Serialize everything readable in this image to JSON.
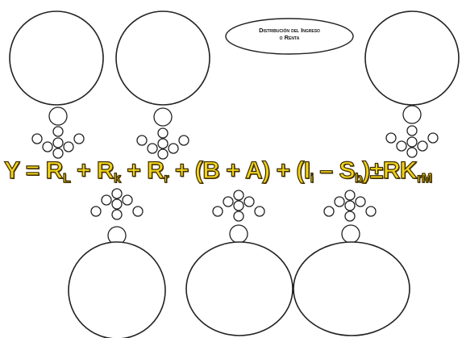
{
  "title": {
    "line1": "Distribución del Ingreso",
    "line2": "o Renta"
  },
  "equation": {
    "lhs": "Y",
    "eq": " = ",
    "t1": "R",
    "t1_sub": "L",
    "plus1": " + ",
    "t2": "R",
    "t2_sub": "k",
    "plus2": " + ",
    "t3": "R",
    "t3_sub": "r",
    "plus3": " + ",
    "t4": "(B + A)",
    "plus4": " + ",
    "t5_open": "(I",
    "t5_sub1": "i",
    "t5_mid": " – S",
    "t5_sub2": "b",
    "t5_close": ")",
    "pm": "±",
    "t6": "RK",
    "t6_sub": "rM"
  },
  "colors": {
    "formula_fill": "#f1d31a",
    "outline": "#222222"
  }
}
